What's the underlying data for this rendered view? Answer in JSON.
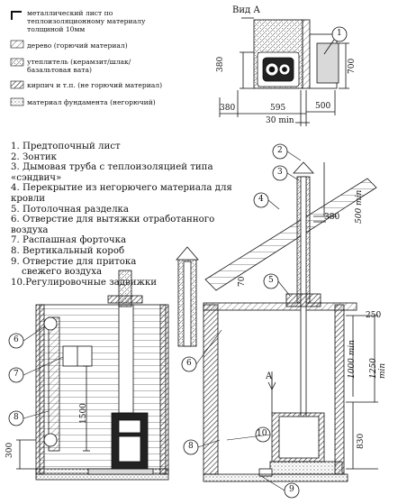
{
  "view_title": "Вид А",
  "legend": [
    {
      "text": "металлический лист по теплоизоляционному материалу толщиной 10мм",
      "swatch": "sheet-icon"
    },
    {
      "text": "дерево (горючий материал)",
      "swatch": "wood-hatch-icon"
    },
    {
      "text": "утеплитель (керамзит/шлак/ базальтовая вата)",
      "swatch": "insulation-hatch-icon"
    },
    {
      "text": "кирпич и т.п. (не горючий материал)",
      "swatch": "brick-hatch-icon"
    },
    {
      "text": "материал фундамента (негорючий)",
      "swatch": "foundation-dots-icon"
    }
  ],
  "items": [
    "1. Предтопочный лист",
    "2. Зонтик",
    "3. Дымовая труба с теплоизоляцией типа",
    "«сэндвич»",
    "4. Перекрытие из негорючего материала для",
    "кровли",
    "5. Потолочная разделка",
    "6. Отверстие для вытяжки отработанного",
    "воздуха",
    "7. Распашная форточка",
    "8. Вертикальный короб",
    "9. Отверстие для притока",
    "свежего воздуха",
    "10.Регулировочные задвижки"
  ],
  "dims": {
    "d380_left": "380",
    "d700": "700",
    "d380_bottom": "380",
    "d595": "595",
    "d500": "500",
    "d30min": "30 min",
    "d500min": "500 min",
    "d380_roof": "380",
    "d250": "250",
    "d70": "70",
    "d1000min": "1000 min",
    "d1250min": "1250 min",
    "d1500": "1500",
    "d300": "300",
    "d830": "830",
    "arrowA": "A"
  },
  "callouts": [
    "1",
    "2",
    "3",
    "4",
    "5",
    "6",
    "7",
    "8",
    "9",
    "10"
  ],
  "colors": {
    "line": "#111111",
    "hatch": "#444444",
    "sheet": "#d9d9d9"
  }
}
